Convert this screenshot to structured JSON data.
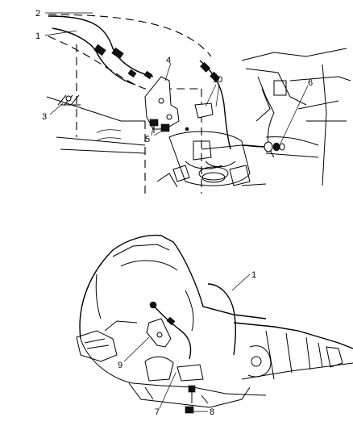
{
  "callouts": {
    "c1_top": "1",
    "c2": "2",
    "c3": "3",
    "c4": "4",
    "c5": "5",
    "c6": "6",
    "c10": "10",
    "c1_bottom": "1",
    "c7": "7",
    "c8": "8",
    "c9": "9"
  }
}
